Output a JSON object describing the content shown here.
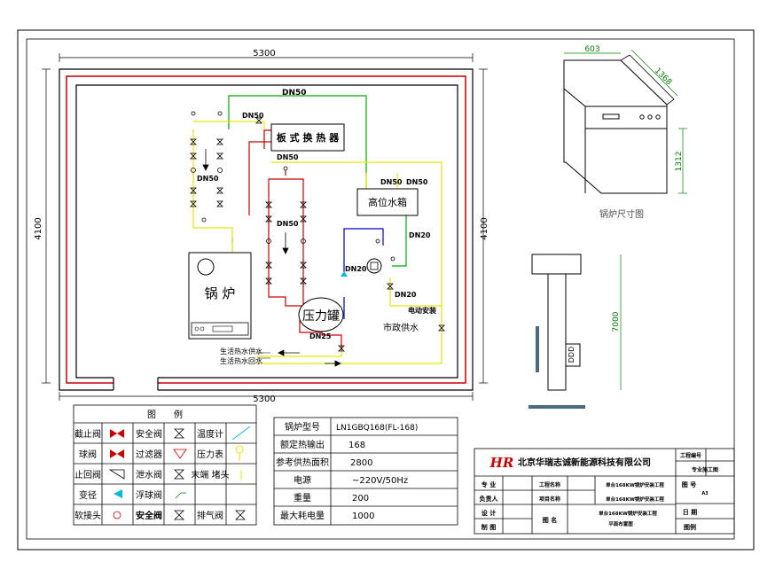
{
  "dimensions": {
    "top_width": "5300",
    "bottom_width": "5300",
    "left_height": "4100",
    "right_height": "4100",
    "boiler_width": "603",
    "boiler_depth": "1368",
    "boiler_height": "1312",
    "chimney_height": "7000"
  },
  "pipes": {
    "dn50_top": "DN50",
    "dn50_small": "DN50",
    "dn50_left": "DN50",
    "dn50_mid": "DN50",
    "dn50_mid2": "DN50",
    "dn50_tank_a": "DN50",
    "dn50_tank_b": "DN50",
    "dn20_right": "DN20",
    "dn20_pump": "DN20",
    "dn20_low": "DN20",
    "dn25": "DN25"
  },
  "equipment": {
    "heat_exchanger": "板 式 换 热 器",
    "high_tank": "高位水箱",
    "boiler": "锅 炉",
    "pressure_tank": "压力罐",
    "city_water": "市政供水",
    "electric_valve": "电动安装",
    "hot_supply": "生活热水供水",
    "hot_return": "生活热水回水",
    "boiler_size_label": "锅炉尺寸图",
    "chimney_label": "DDD"
  },
  "legend": {
    "title": "图　　例",
    "rows": [
      [
        "截止阀",
        "安全阀",
        "温度计"
      ],
      [
        "球阀",
        "过滤器",
        "压力表"
      ],
      [
        "止回阀",
        "泄水阀",
        "末端\n堵头"
      ],
      [
        "变径",
        "浮球阀",
        ""
      ],
      [
        "软接头",
        "安全阀",
        "排气阀"
      ]
    ]
  },
  "specs": {
    "rows": [
      [
        "锅炉型号",
        "LN1GBQ168(FL-168)"
      ],
      [
        "额定热输出",
        "168"
      ],
      [
        "参考供热面积",
        "2800"
      ],
      [
        "电源",
        "~220V/50Hz"
      ],
      [
        "重量",
        "200"
      ],
      [
        "最大耗电量",
        "1000"
      ]
    ]
  },
  "titleblock": {
    "company": "北京华瑞志诚新能源科技有限公司",
    "project_no_label": "工程编号",
    "project_no_value": "专业施工图",
    "drawing_no_label": "图 号",
    "drawing_no_value": "A3",
    "date_label": "日 期",
    "scale_label": "图例",
    "role_specialty": "专 业",
    "role_lead": "负责人",
    "role_design": "设 计",
    "role_draw": "制 图",
    "eng_name_label": "工程名称",
    "proj_name_label": "项目名称",
    "drawing_name_label": "图 名",
    "eng_name_value": "单台168KW锅炉安装工程",
    "proj_name_value": "单台168KW锅炉安装工程",
    "drawing_name_value1": "单台168KW锅炉安装工程",
    "drawing_name_value2": "平面布置图",
    "logo_text": "HR"
  }
}
